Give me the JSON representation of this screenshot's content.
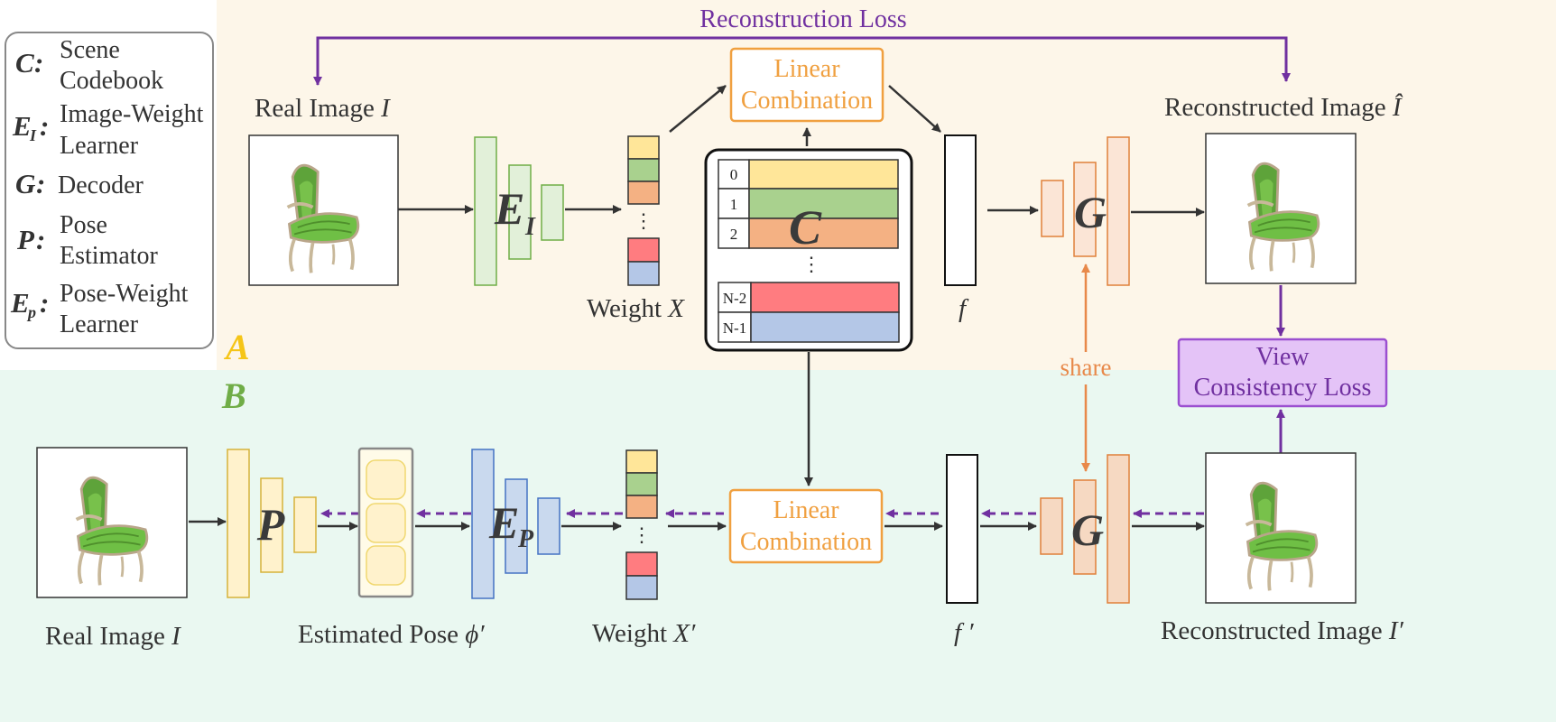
{
  "legend": {
    "items": [
      {
        "symbol": "C",
        "sub": "",
        "colon": ":",
        "line1": "Scene",
        "line2": "Codebook"
      },
      {
        "symbol": "E",
        "sub": "I",
        "colon": ":",
        "line1": "Image-Weight",
        "line2": "Learner"
      },
      {
        "symbol": "G",
        "sub": "",
        "colon": ":",
        "line1": "Decoder",
        "line2": ""
      },
      {
        "symbol": "P",
        "sub": "",
        "colon": ":",
        "line1": "Pose",
        "line2": "Estimator"
      },
      {
        "symbol": "E",
        "sub": "p",
        "colon": ":",
        "line1": "Pose-Weight",
        "line2": "Learner"
      }
    ]
  },
  "section_a": {
    "tag": "A",
    "loss_label": "Reconstruction Loss",
    "real_image_text": "Real Image ",
    "real_image_var": "I",
    "encoder_symbol": "E",
    "encoder_sub": "I",
    "weight_text": "Weight ",
    "weight_var": "X",
    "combination_line1": "Linear",
    "combination_line2": "Combination",
    "codebook_symbol": "C",
    "codebook_rows": [
      "0",
      "1",
      "2",
      "N-2",
      "N-1"
    ],
    "feature_label": "f",
    "decoder_symbol": "G",
    "recon_text": "Reconstructed Image ",
    "recon_var": "Î"
  },
  "section_b": {
    "tag": "B",
    "real_image_text": "Real Image ",
    "real_image_var": "I",
    "pose_symbol": "P",
    "estimated_text": "Estimated Pose ",
    "estimated_var": "ϕ′",
    "encoder_symbol": "E",
    "encoder_sub": "P",
    "weight_text": "Weight ",
    "weight_var": "X′",
    "combination_line1": "Linear",
    "combination_line2": "Combination",
    "feature_label": "f ′",
    "decoder_symbol": "G",
    "recon_text": "Reconstructed Image ",
    "recon_var": "I′",
    "consistency_line1": "View",
    "consistency_line2": "Consistency Loss"
  },
  "share_label": "share",
  "colors": {
    "panel_a_bg": "#fdf6e9",
    "panel_b_bg": "#eaf8f1",
    "purple": "#7030a0",
    "orange_arrow": "#e8894a",
    "tag_a": "#f5c518",
    "tag_b": "#70ad47",
    "yellow": "#ffe699",
    "green": "#a9d18e",
    "orange": "#f4b183",
    "red": "#ff7c80",
    "blue": "#b4c7e7"
  },
  "icons": [
    "chair-image",
    "chair-image",
    "chair-image",
    "chair-image"
  ]
}
